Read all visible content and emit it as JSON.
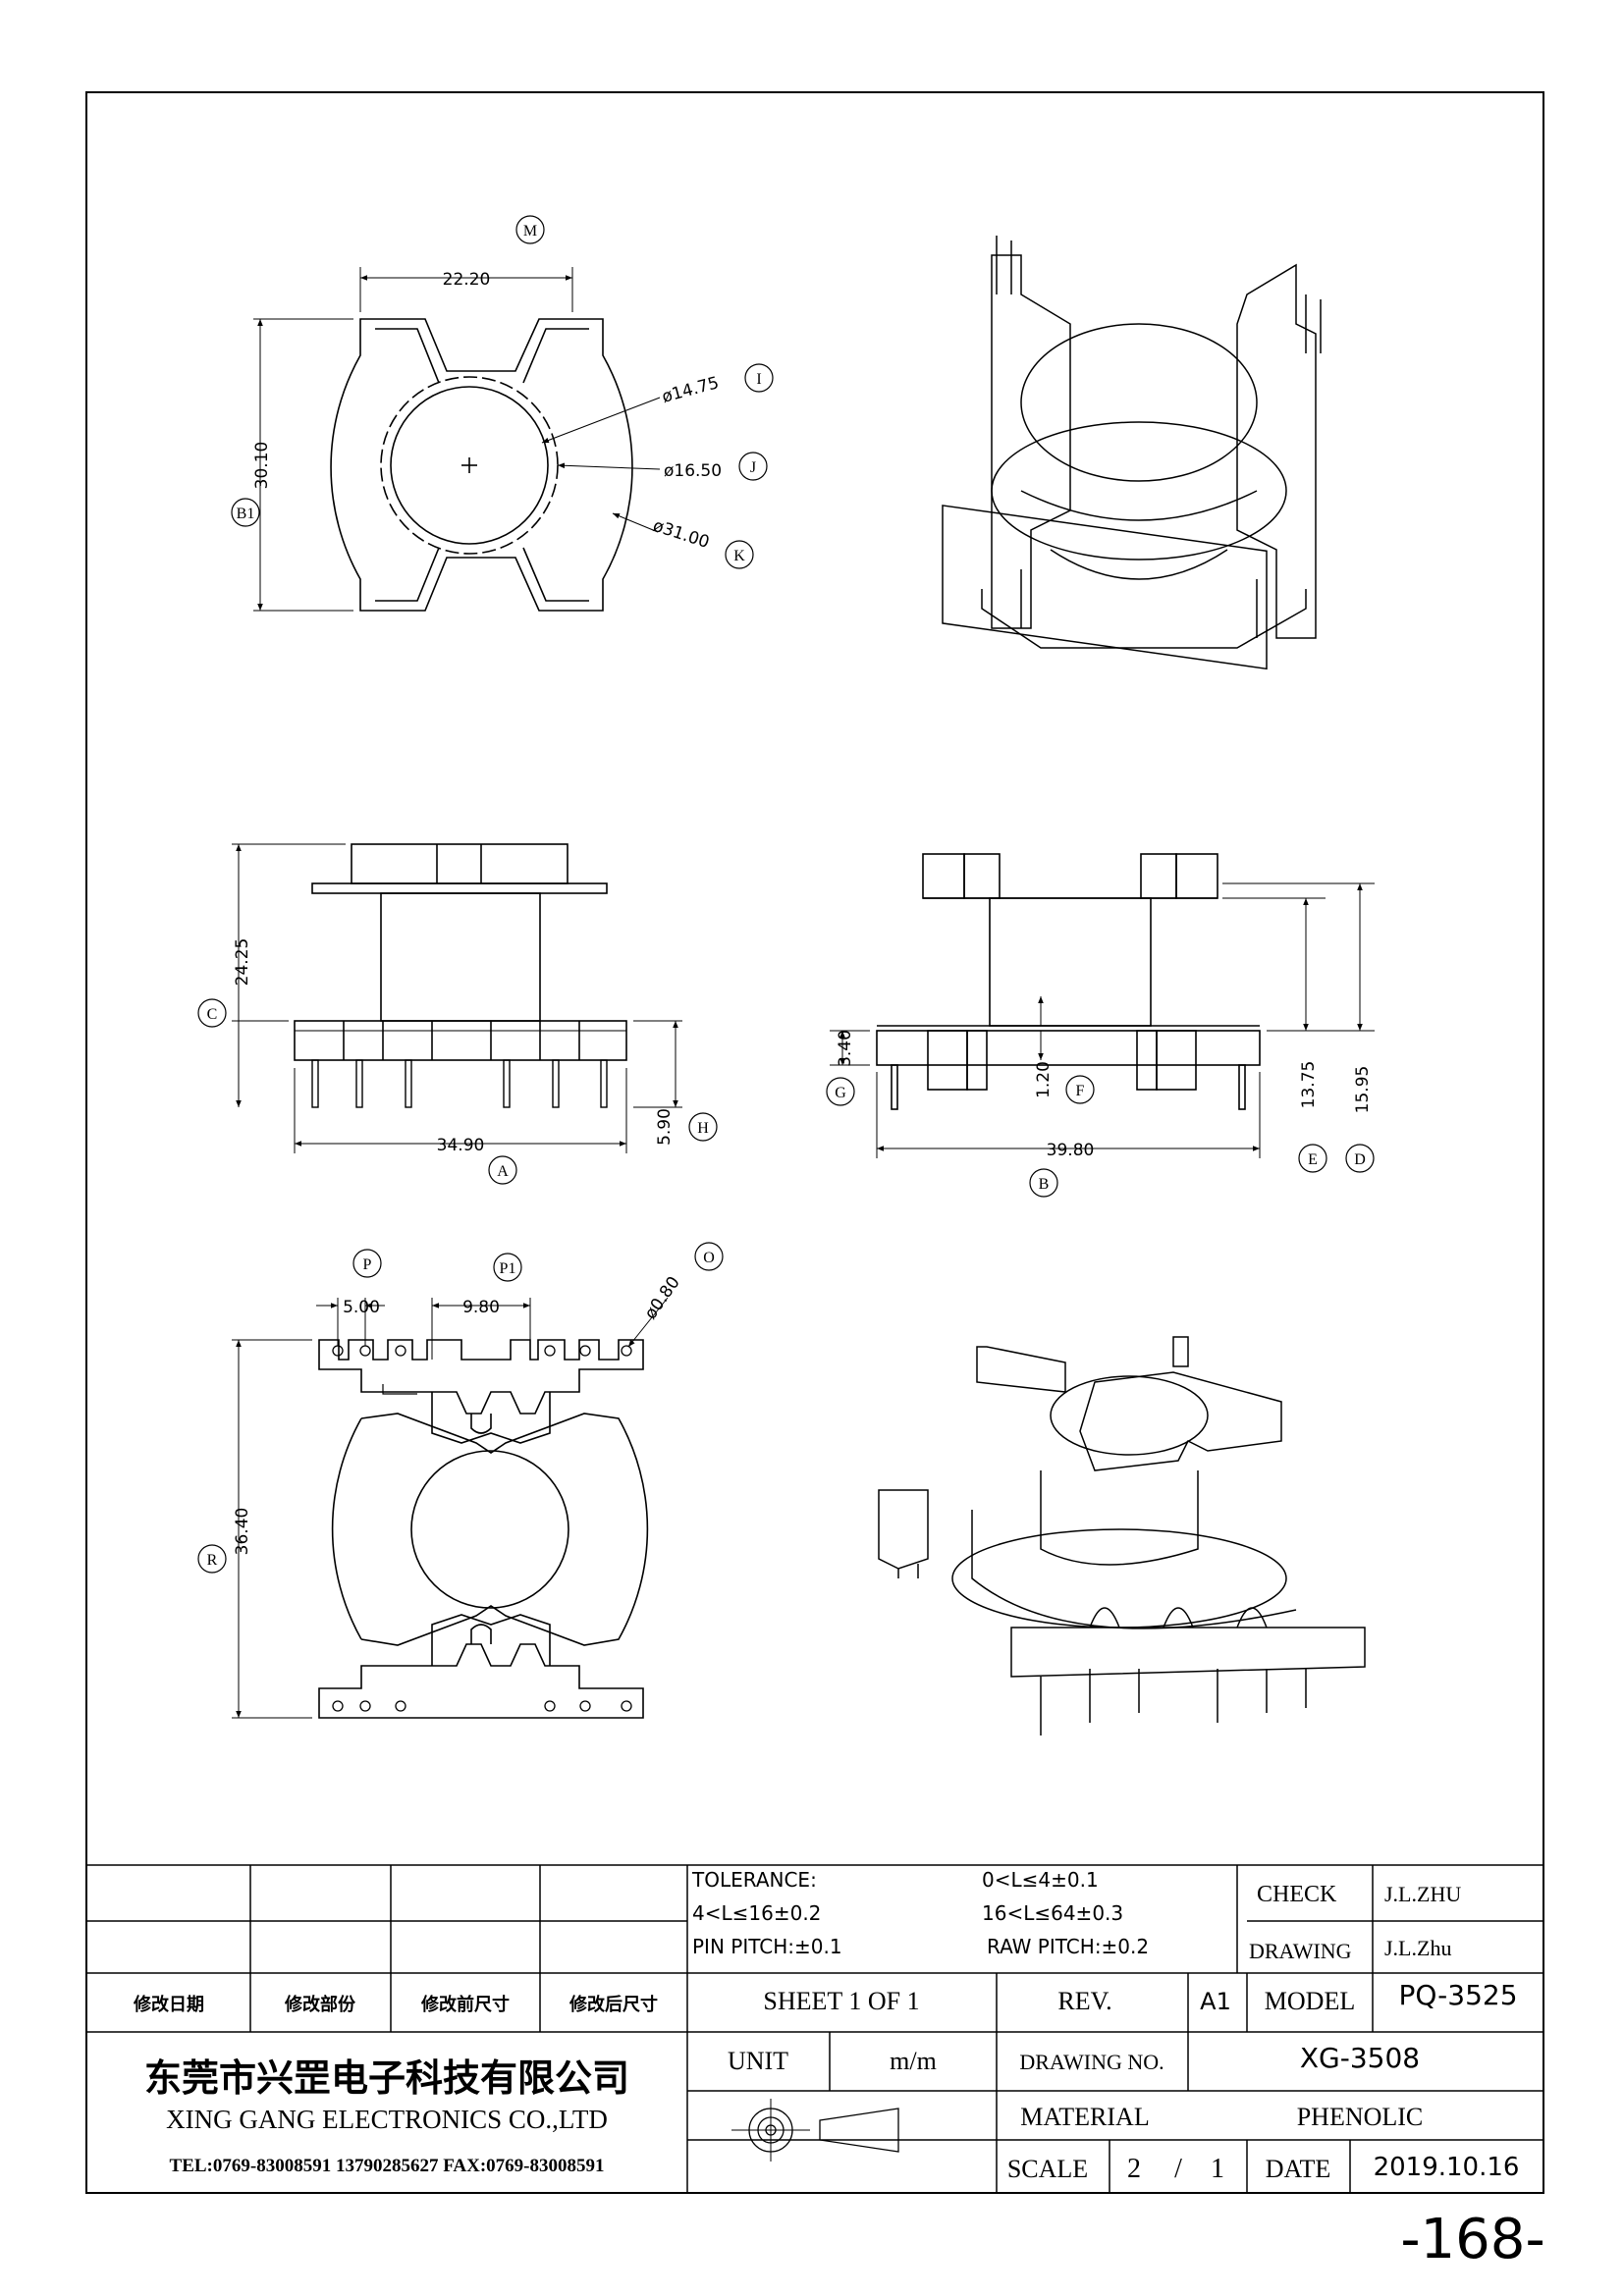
{
  "top_view": {
    "dim_width": "22.20",
    "dim_height": "30.10",
    "dim_inner": "ø14.75",
    "dim_hole": "ø16.50",
    "dim_outer": "ø31.00",
    "label_m": "M",
    "label_b1": "B1",
    "label_i": "I",
    "label_j": "J",
    "label_k": "K"
  },
  "front_view": {
    "dim_height": "24.25",
    "dim_width": "34.90",
    "dim_pin": "5.90",
    "label_c": "C",
    "label_a": "A",
    "label_h": "H"
  },
  "side_view": {
    "dim_base": "3.40",
    "dim_flange": "1.20",
    "dim_width": "39.80",
    "dim_inner_h": "13.75",
    "dim_total_h": "15.95",
    "label_g": "G",
    "label_f": "F",
    "label_b": "B",
    "label_e": "E",
    "label_d": "D"
  },
  "bottom_view": {
    "dim_pitch": "5.00",
    "dim_pitch2": "9.80",
    "dim_pin_dia": "ø0.80",
    "dim_height": "36.40",
    "label_p": "P",
    "label_p1": "P1",
    "label_o": "O",
    "label_r": "R"
  },
  "title_block": {
    "tolerance_label": "TOLERANCE:",
    "tol_1": "0<L≤4±0.1",
    "tol_2": "4<L≤16±0.2",
    "tol_3": "16<L≤64±0.3",
    "pin_pitch": "PIN PITCH:±0.1",
    "raw_pitch": "RAW PITCH:±0.2",
    "check_label": "CHECK",
    "check_value": "J.L.ZHU",
    "drawing_label": "DRAWING",
    "drawing_value": "J.L.Zhu",
    "rev_date": "修改日期",
    "rev_part": "修改部份",
    "rev_before": "修改前尺寸",
    "rev_after": "修改后尺寸",
    "sheet": "SHEET 1 OF 1",
    "rev_label": "REV.",
    "rev_value": "A1",
    "model_label": "MODEL",
    "model_value": "PQ-3525",
    "company_cn": "东莞市兴罡电子科技有限公司",
    "company_en": "XING GANG ELECTRONICS CO.,LTD",
    "contact": "TEL:0769-83008591 13790285627 FAX:0769-83008591",
    "unit_label": "UNIT",
    "unit_value": "m/m",
    "drawing_no_label": "DRAWING NO.",
    "drawing_no_value": "XG-3508",
    "material_label": "MATERIAL",
    "material_value": "PHENOLIC",
    "scale_label": "SCALE",
    "scale_num": "2",
    "scale_sep": "/",
    "scale_den": "1",
    "date_label": "DATE",
    "date_value": "2019.10.16"
  },
  "page_number": "-168-"
}
